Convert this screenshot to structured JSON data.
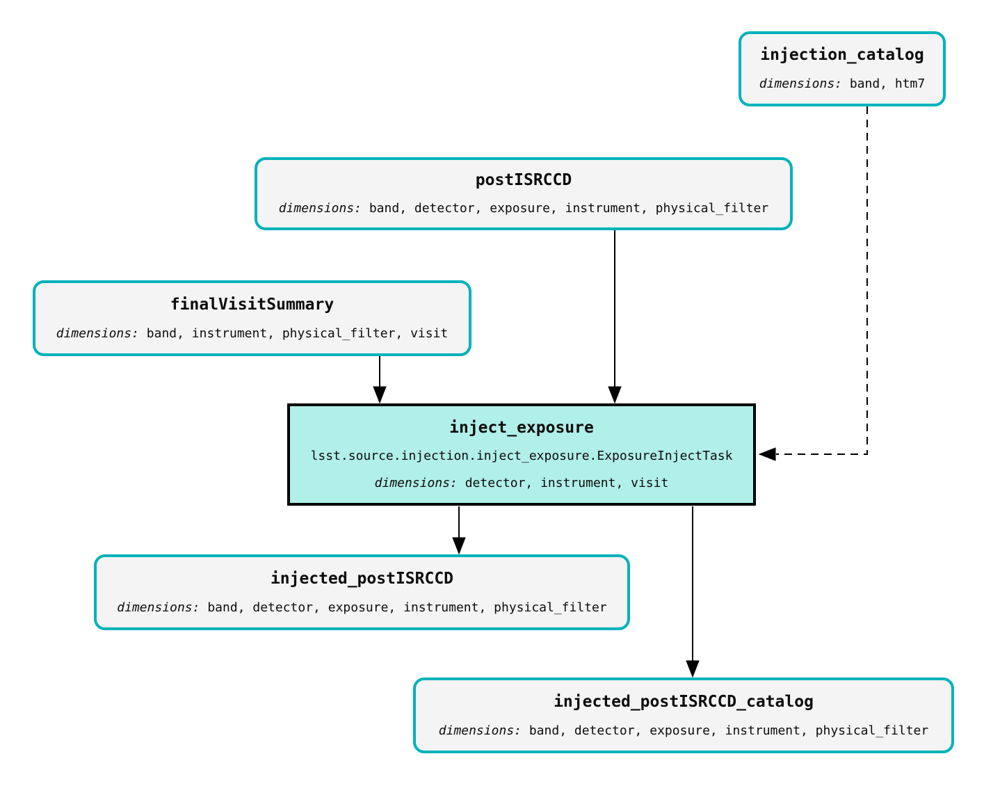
{
  "diagram": {
    "kind": "pipeline-task-graph",
    "colors": {
      "dataset_border": "#00b2ba",
      "dataset_fill": "#f4f4f4",
      "task_fill": "#b1efe9",
      "task_border": "#000000",
      "edge": "#000000",
      "background": "#ffffff"
    },
    "nodes": {
      "injection_catalog": {
        "type": "dataset",
        "title": "injection_catalog",
        "dimensions_label": "dimensions:",
        "dimensions": "band, htm7"
      },
      "postISRCCD": {
        "type": "dataset",
        "title": "postISRCCD",
        "dimensions_label": "dimensions:",
        "dimensions": "band, detector, exposure, instrument, physical_filter"
      },
      "finalVisitSummary": {
        "type": "dataset",
        "title": "finalVisitSummary",
        "dimensions_label": "dimensions:",
        "dimensions": "band, instrument, physical_filter, visit"
      },
      "inject_exposure": {
        "type": "task",
        "title": "inject_exposure",
        "task_class": "lsst.source.injection.inject_exposure.ExposureInjectTask",
        "dimensions_label": "dimensions:",
        "dimensions": "detector, instrument, visit"
      },
      "injected_postISRCCD": {
        "type": "dataset",
        "title": "injected_postISRCCD",
        "dimensions_label": "dimensions:",
        "dimensions": "band, detector, exposure, instrument, physical_filter"
      },
      "injected_postISRCCD_catalog": {
        "type": "dataset",
        "title": "injected_postISRCCD_catalog",
        "dimensions_label": "dimensions:",
        "dimensions": "band, detector, exposure, instrument, physical_filter"
      }
    },
    "edges": [
      {
        "from": "postISRCCD",
        "to": "inject_exposure",
        "style": "solid"
      },
      {
        "from": "finalVisitSummary",
        "to": "inject_exposure",
        "style": "solid"
      },
      {
        "from": "injection_catalog",
        "to": "inject_exposure",
        "style": "dashed"
      },
      {
        "from": "inject_exposure",
        "to": "injected_postISRCCD",
        "style": "solid"
      },
      {
        "from": "inject_exposure",
        "to": "injected_postISRCCD_catalog",
        "style": "solid"
      }
    ]
  }
}
